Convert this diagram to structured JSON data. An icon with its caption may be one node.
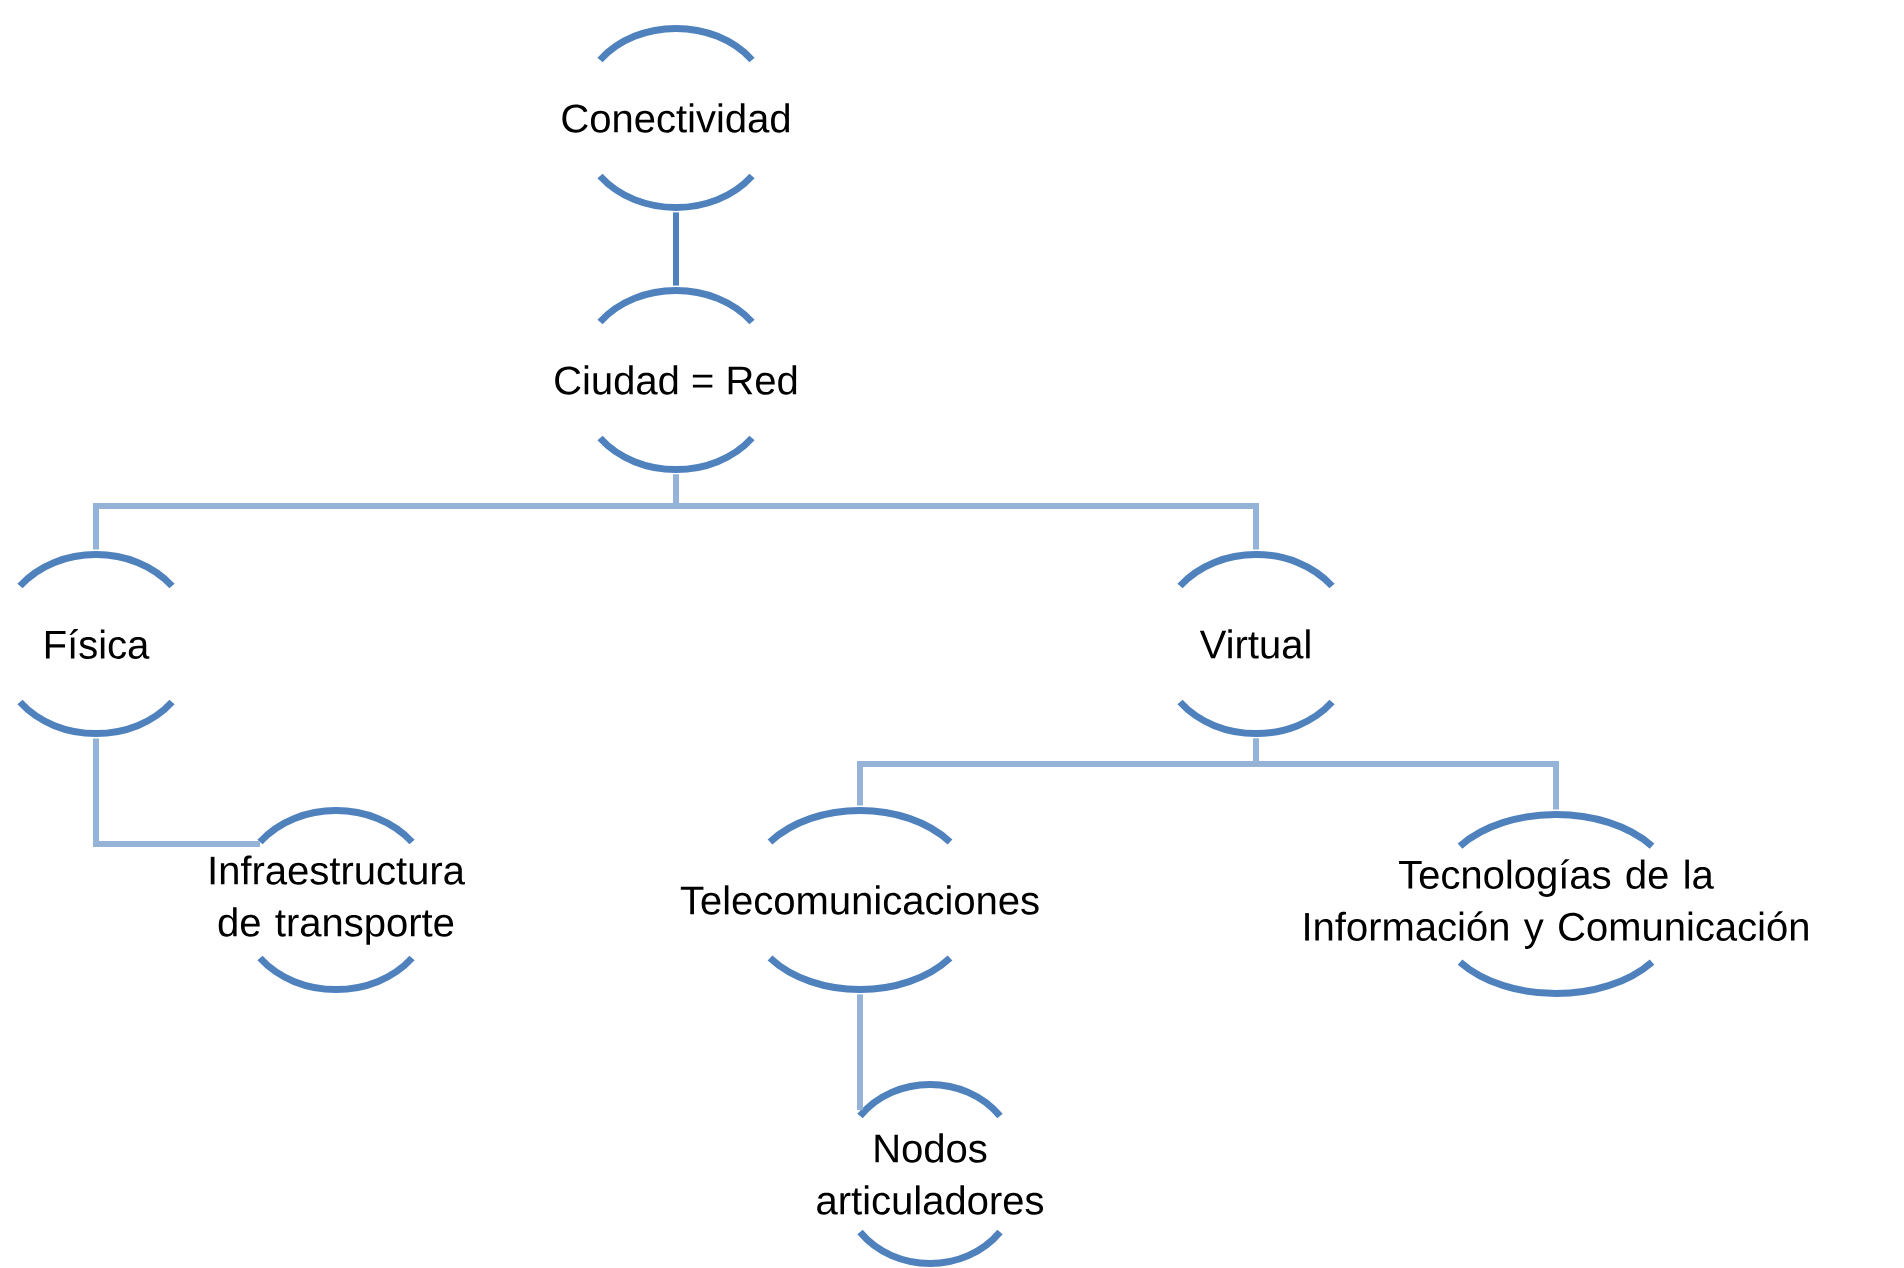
{
  "diagram": {
    "nodes": [
      {
        "text": [
          "Conectividad"
        ]
      },
      {
        "text": [
          "Ciudad = Red"
        ]
      },
      {
        "text": [
          "Física"
        ]
      },
      {
        "text": [
          "Virtual"
        ]
      },
      {
        "text": [
          "Infraestructura de transporte"
        ]
      },
      {
        "text": [
          "Telecomunicaciones"
        ]
      },
      {
        "text": [
          "Tecnologías de la Información y Comunicación"
        ]
      },
      {
        "text": [
          "Nodos articuladores"
        ]
      }
    ],
    "edges": [
      {
        "from": 0,
        "to": 1,
        "arrow": "none",
        "color": "#4f81bd"
      },
      {
        "from": 1,
        "to": 2,
        "arrow": "none"
      },
      {
        "from": 1,
        "to": 3,
        "arrow": "none"
      },
      {
        "from": 2,
        "to": 4,
        "arrow": "none"
      },
      {
        "from": 3,
        "to": 5,
        "arrow": "none"
      },
      {
        "from": 3,
        "to": 6,
        "arrow": "none"
      },
      {
        "from": 5,
        "to": 7,
        "arrow": "none"
      }
    ]
  }
}
